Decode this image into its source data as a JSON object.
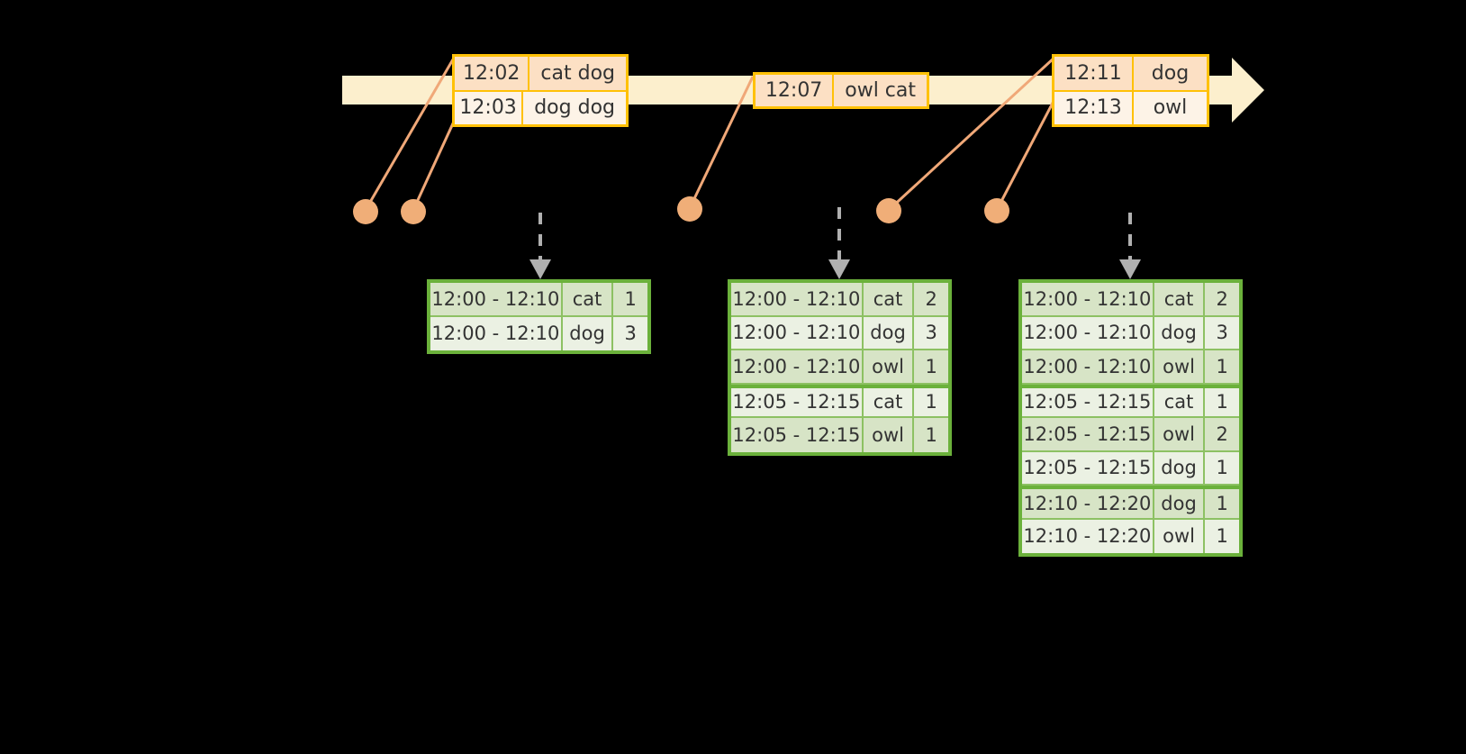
{
  "colors": {
    "background": "#000000",
    "timeline_band": "#FCEFCD",
    "event_border": "#FFC107",
    "event_fill_dark": "#FCE0C4",
    "event_fill_light": "#FDF3E7",
    "dot": "#F0AE78",
    "connector": "#F0A878",
    "table_border": "#6BB13B",
    "table_inner": "#8DC163",
    "table_fill_dark": "#D7E4C6",
    "table_fill_light": "#EBF1E3",
    "arrow": "#B0B0B0",
    "text": "#333333"
  },
  "timeline": {
    "name": "event-stream-timeline",
    "direction": "left-to-right",
    "events": [
      {
        "id": "event-group-1",
        "rows": [
          {
            "time": "12:02",
            "words": "cat dog"
          },
          {
            "time": "12:03",
            "words": "dog dog"
          }
        ]
      },
      {
        "id": "event-group-2",
        "rows": [
          {
            "time": "12:07",
            "words": "owl cat"
          }
        ]
      },
      {
        "id": "event-group-3",
        "rows": [
          {
            "time": "12:11",
            "words": "dog"
          },
          {
            "time": "12:13",
            "words": "owl"
          }
        ]
      }
    ]
  },
  "dots": [
    {
      "id": "dot-12-02",
      "label": "12:02"
    },
    {
      "id": "dot-12-03",
      "label": "12:03"
    },
    {
      "id": "dot-12-07",
      "label": "12:07"
    },
    {
      "id": "dot-12-11",
      "label": "12:11"
    },
    {
      "id": "dot-12-13",
      "label": "12:13"
    }
  ],
  "results": [
    {
      "id": "result-table-1",
      "name": "window-counts-after-12-03",
      "columns": [
        "window",
        "word",
        "count"
      ],
      "rows": [
        {
          "window": "12:00 - 12:10",
          "word": "cat",
          "count": "1",
          "group": 0
        },
        {
          "window": "12:00 - 12:10",
          "word": "dog",
          "count": "3",
          "group": 0
        }
      ]
    },
    {
      "id": "result-table-2",
      "name": "window-counts-after-12-07",
      "columns": [
        "window",
        "word",
        "count"
      ],
      "rows": [
        {
          "window": "12:00 - 12:10",
          "word": "cat",
          "count": "2",
          "group": 0
        },
        {
          "window": "12:00 - 12:10",
          "word": "dog",
          "count": "3",
          "group": 0
        },
        {
          "window": "12:00 - 12:10",
          "word": "owl",
          "count": "1",
          "group": 0
        },
        {
          "window": "12:05 - 12:15",
          "word": "cat",
          "count": "1",
          "group": 1
        },
        {
          "window": "12:05 - 12:15",
          "word": "owl",
          "count": "1",
          "group": 1
        }
      ]
    },
    {
      "id": "result-table-3",
      "name": "window-counts-after-12-13",
      "columns": [
        "window",
        "word",
        "count"
      ],
      "rows": [
        {
          "window": "12:00 - 12:10",
          "word": "cat",
          "count": "2",
          "group": 0
        },
        {
          "window": "12:00 - 12:10",
          "word": "dog",
          "count": "3",
          "group": 0
        },
        {
          "window": "12:00 - 12:10",
          "word": "owl",
          "count": "1",
          "group": 0
        },
        {
          "window": "12:05 - 12:15",
          "word": "cat",
          "count": "1",
          "group": 1
        },
        {
          "window": "12:05 - 12:15",
          "word": "owl",
          "count": "2",
          "group": 1
        },
        {
          "window": "12:05 - 12:15",
          "word": "dog",
          "count": "1",
          "group": 1
        },
        {
          "window": "12:10 - 12:20",
          "word": "dog",
          "count": "1",
          "group": 2
        },
        {
          "window": "12:10 - 12:20",
          "word": "owl",
          "count": "1",
          "group": 2
        }
      ]
    }
  ]
}
